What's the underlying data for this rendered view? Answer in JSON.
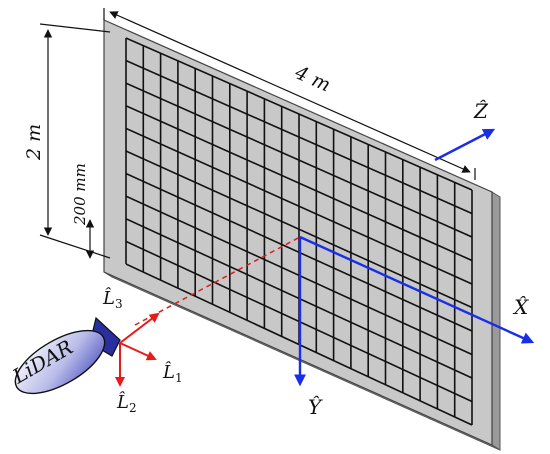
{
  "labels": {
    "width_dim": "4 m",
    "height_dim": "2 m",
    "spacing_dim": "200 mm",
    "axis_x": "X̂",
    "axis_y": "Ŷ",
    "axis_z": "Ẑ",
    "lidar_axis_1": "L̂",
    "lidar_axis_1_sub": "1",
    "lidar_axis_2": "L̂",
    "lidar_axis_2_sub": "2",
    "lidar_axis_3": "L̂",
    "lidar_axis_3_sub": "3",
    "sensor_name": "LiDAR"
  },
  "colors": {
    "board_fill": "#c8c8c8",
    "board_edge": "#9a9a9a",
    "grid_lines": "#111111",
    "world_axes": "#1a2ee8",
    "lidar_axes": "#e81a1a",
    "ray": "#d42020",
    "sensor_body": "#4a4fc0"
  }
}
